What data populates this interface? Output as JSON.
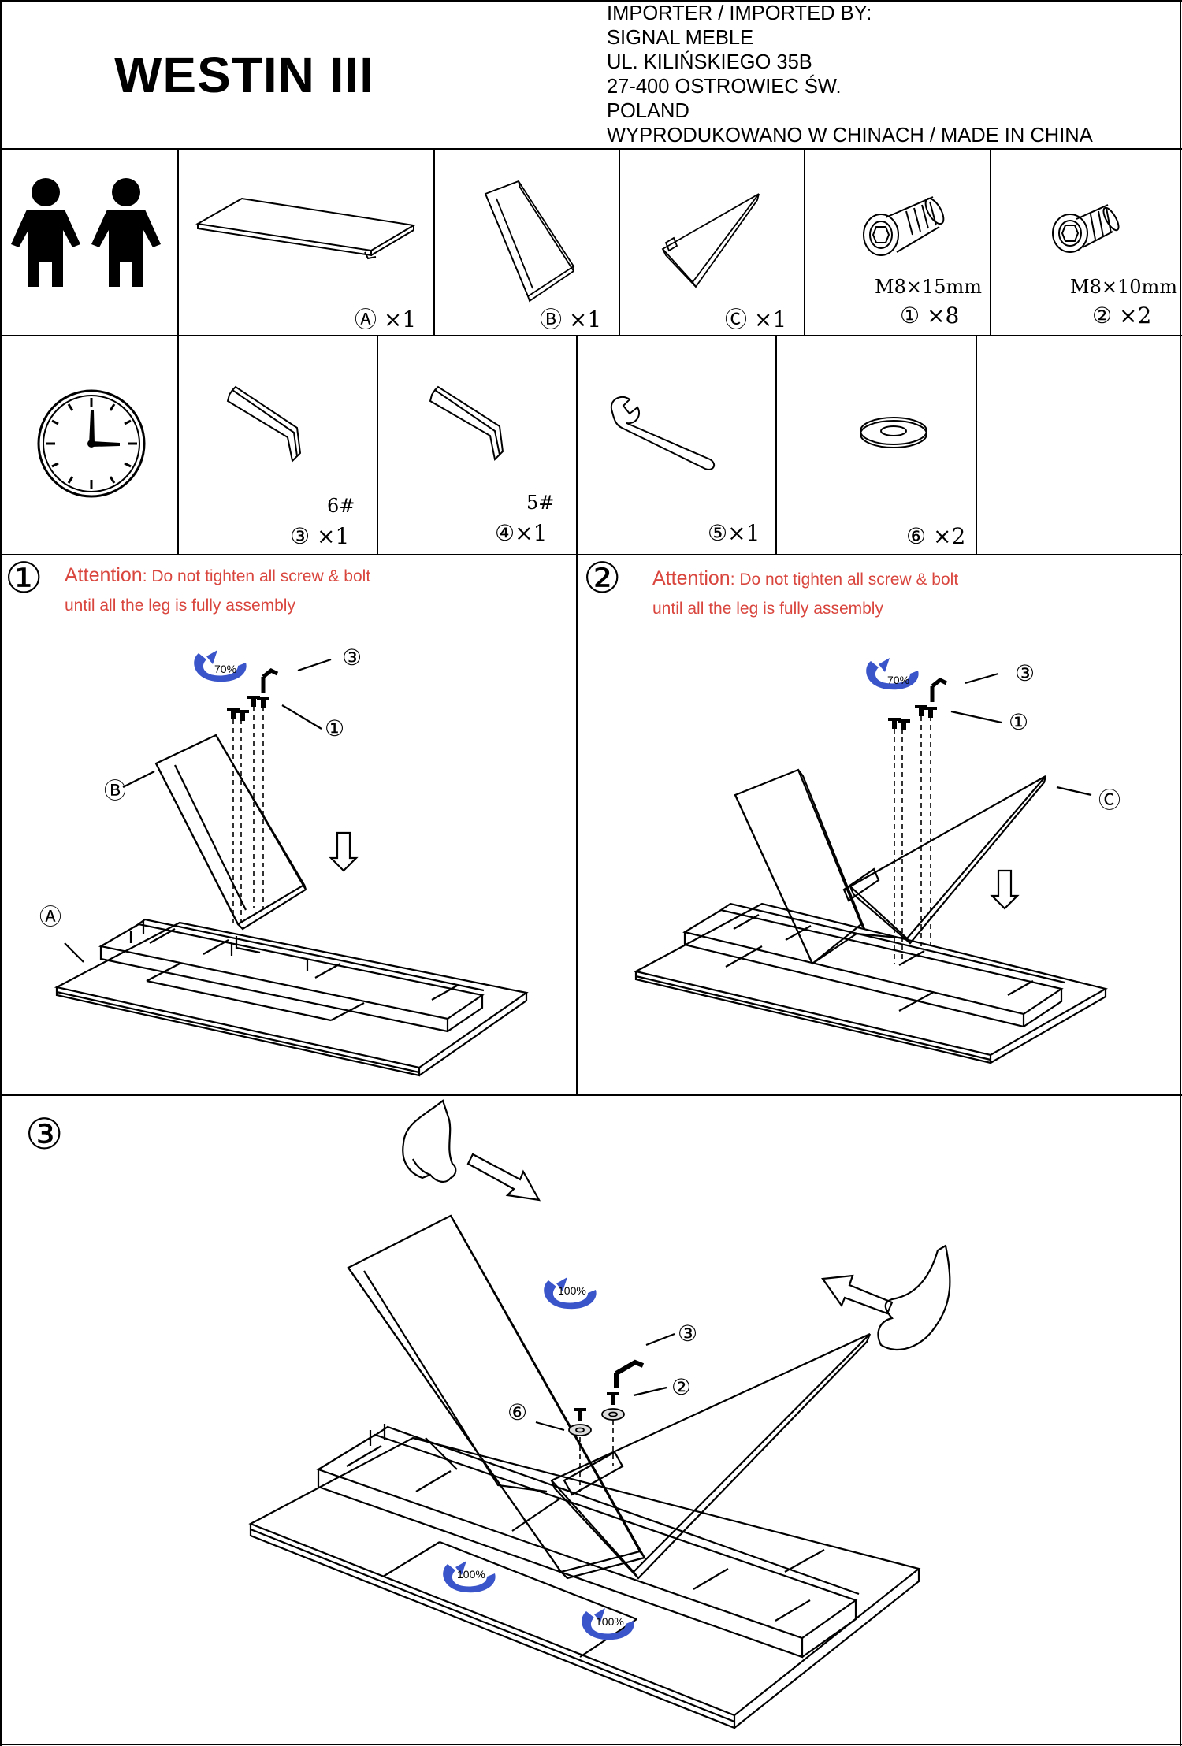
{
  "header": {
    "product_title": "WESTIN III",
    "importer_lines": [
      "IMPORTER / IMPORTED BY:",
      "SIGNAL MEBLE",
      "UL. KILIŃSKIEGO 35B",
      "27-400 OSTROWIEC ŚW.",
      "POLAND",
      "WYPRODUKOWANO W CHINACH / MADE IN CHINA"
    ]
  },
  "parts": [
    {
      "qty": "Ⓐ ×1",
      "icon": "table-top-icon"
    },
    {
      "qty": "Ⓑ ×1",
      "icon": "leg-b-icon"
    },
    {
      "qty": "Ⓒ ×1",
      "icon": "leg-c-icon"
    },
    {
      "qty": "① ×8",
      "spec": "M8×15mm",
      "icon": "bolt-15mm-icon"
    },
    {
      "qty": "② ×2",
      "spec": "M8×10mm",
      "icon": "bolt-10mm-icon"
    }
  ],
  "tools": [
    {
      "qty": "③ ×1",
      "size": "6#",
      "icon": "allen-key-6-icon"
    },
    {
      "qty": "④×1",
      "size": "5#",
      "icon": "allen-key-5-icon"
    },
    {
      "qty": "⑤×1",
      "icon": "wrench-icon"
    },
    {
      "qty": "⑥ ×2",
      "icon": "washer-icon"
    }
  ],
  "steps": [
    {
      "number": "①",
      "attention_word": "Attention",
      "attention_text": ": Do not tighten all screw & bolt",
      "attention_line2": "until all the leg is fully assembly",
      "torque": "70%",
      "callouts": {
        "tool": "③",
        "bolt": "①",
        "leg": "Ⓑ",
        "top": "Ⓐ"
      }
    },
    {
      "number": "②",
      "attention_word": "Attention",
      "attention_text": ": Do not tighten all screw & bolt",
      "attention_line2": "until all the leg is fully assembly",
      "torque": "70%",
      "callouts": {
        "tool": "③",
        "bolt": "①",
        "leg": "Ⓒ"
      }
    },
    {
      "number": "③",
      "torques": [
        "100%",
        "100%",
        "100%"
      ],
      "callouts": {
        "tool": "③",
        "bolt": "②",
        "washer": "⑥"
      }
    }
  ]
}
